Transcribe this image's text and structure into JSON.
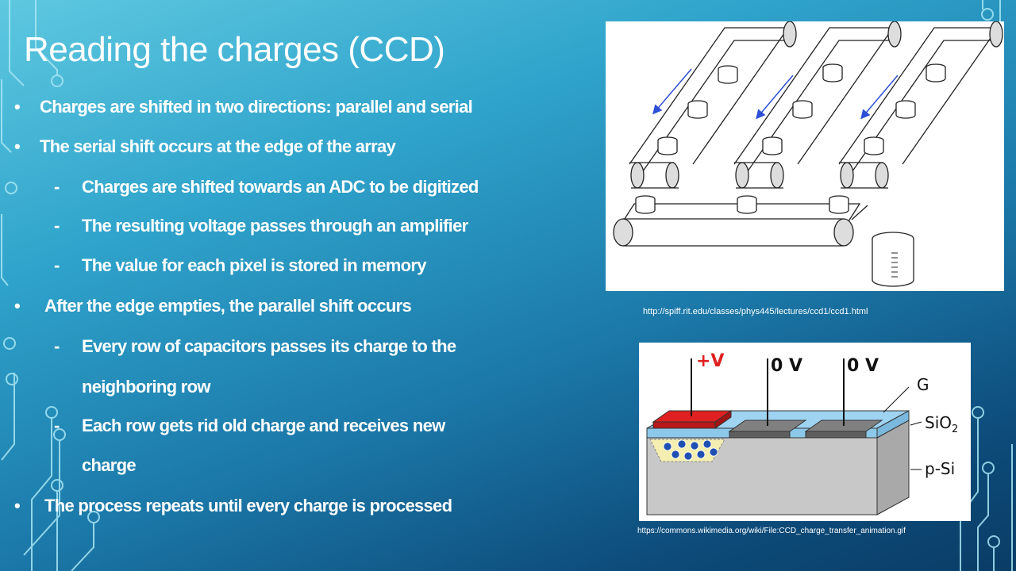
{
  "slide": {
    "title": "Reading the charges (CCD)",
    "lines": [
      {
        "kind": "bullet",
        "text": "Charges are shifted in two directions: parallel and serial"
      },
      {
        "kind": "bullet",
        "text": "The serial shift occurs at the edge of the array"
      },
      {
        "kind": "sub",
        "text": "Charges are shifted towards an ADC to be digitized"
      },
      {
        "kind": "sub",
        "text": "The resulting voltage passes through an amplifier"
      },
      {
        "kind": "sub",
        "text": "The value for each pixel is stored in memory"
      },
      {
        "kind": "bullet",
        "text": "After the edge empties, the parallel shift occurs"
      },
      {
        "kind": "sub",
        "text": "Every row of capacitors passes its charge to the"
      },
      {
        "kind": "cont",
        "text": "neighboring row"
      },
      {
        "kind": "sub",
        "text": "Each row gets rid old charge and receives new"
      },
      {
        "kind": "cont",
        "text": "charge"
      },
      {
        "kind": "bullet",
        "text": "The process repeats until every charge is processed"
      }
    ],
    "bullet_glyph": "•",
    "sub_glyph": "-"
  },
  "figure1": {
    "credit": "http://spiff.rit.edu/classes/phys445/lectures/ccd1/ccd1.html"
  },
  "figure2": {
    "labels": {
      "plus_v": "+V",
      "zero_v_1": "0 V",
      "zero_v_2": "0 V",
      "gate": "G",
      "sio2": "SiO",
      "sio2_sub": "2",
      "psi": "p-Si"
    },
    "credit": "https://commons.wikimedia.org/wiki/File:CCD_charge_transfer_animation.gif"
  },
  "colors": {
    "gate_active": "#e02020",
    "gate_idle": "#808080",
    "oxide": "#9fd3f2",
    "substrate": "#c8c8c8",
    "electron": "#1f4fb0",
    "arrow": "#2c4fd6"
  }
}
